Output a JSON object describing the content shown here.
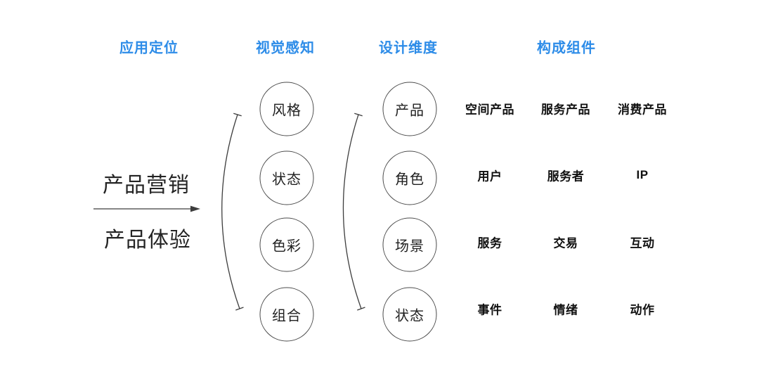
{
  "colors": {
    "accent_blue": "#2d8ce8",
    "ink": "#1f1f1f",
    "line": "#3d3d3d",
    "background": "#ffffff"
  },
  "column_headers": {
    "application_positioning": "应用定位",
    "visual_perception": "视觉感知",
    "design_dimension": "设计维度",
    "components": "构成组件"
  },
  "application_positioning": {
    "top": "产品营销",
    "bottom": "产品体验"
  },
  "visual_perception_nodes": [
    "风格",
    "状态",
    "色彩",
    "组合"
  ],
  "design_dimension_nodes": [
    "产品",
    "角色",
    "场景",
    "状态"
  ],
  "components_matrix": [
    [
      "空间产品",
      "服务产品",
      "消费产品"
    ],
    [
      "用户",
      "服务者",
      "IP"
    ],
    [
      "服务",
      "交易",
      "互动"
    ],
    [
      "事件",
      "情绪",
      "动作"
    ]
  ]
}
